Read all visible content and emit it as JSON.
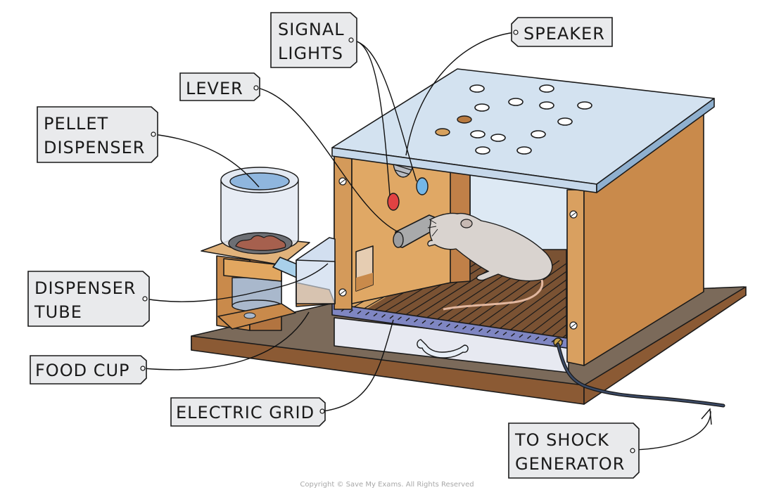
{
  "diagram": {
    "subject": "Operant conditioning chamber (Skinner box)",
    "labels": [
      {
        "id": "signal-lights",
        "lines": [
          "SIGNAL",
          "LIGHTS"
        ]
      },
      {
        "id": "speaker",
        "lines": [
          "SPEAKER"
        ]
      },
      {
        "id": "lever",
        "lines": [
          "LEVER"
        ]
      },
      {
        "id": "pellet-dispenser",
        "lines": [
          "PELLET",
          "DISPENSER"
        ]
      },
      {
        "id": "dispenser-tube",
        "lines": [
          "DISPENSER",
          "TUBE"
        ]
      },
      {
        "id": "food-cup",
        "lines": [
          "FOOD CUP"
        ]
      },
      {
        "id": "electric-grid",
        "lines": [
          "ELECTRIC GRID"
        ]
      },
      {
        "id": "to-shock-generator",
        "lines": [
          "TO SHOCK",
          "GENERATOR"
        ]
      }
    ],
    "colors": {
      "wood_light": "#e0a865",
      "wood_mid": "#c98a4b",
      "wood_dark": "#8a5a33",
      "base_top": "#7b6a5a",
      "base_edge": "#8b5a34",
      "lid": "#d3e2f0",
      "lid_edge": "#8fb0cf",
      "grid_bar": "#7f86c2",
      "floor": "#7a5233",
      "rat": "#d9d3cf",
      "light_red": "#e24242",
      "light_blue": "#74b7e8",
      "lever": "#a9aaab",
      "tag_fill": "#e9eaec"
    },
    "copyright": "Copyright © Save My Exams. All Rights Reserved"
  }
}
